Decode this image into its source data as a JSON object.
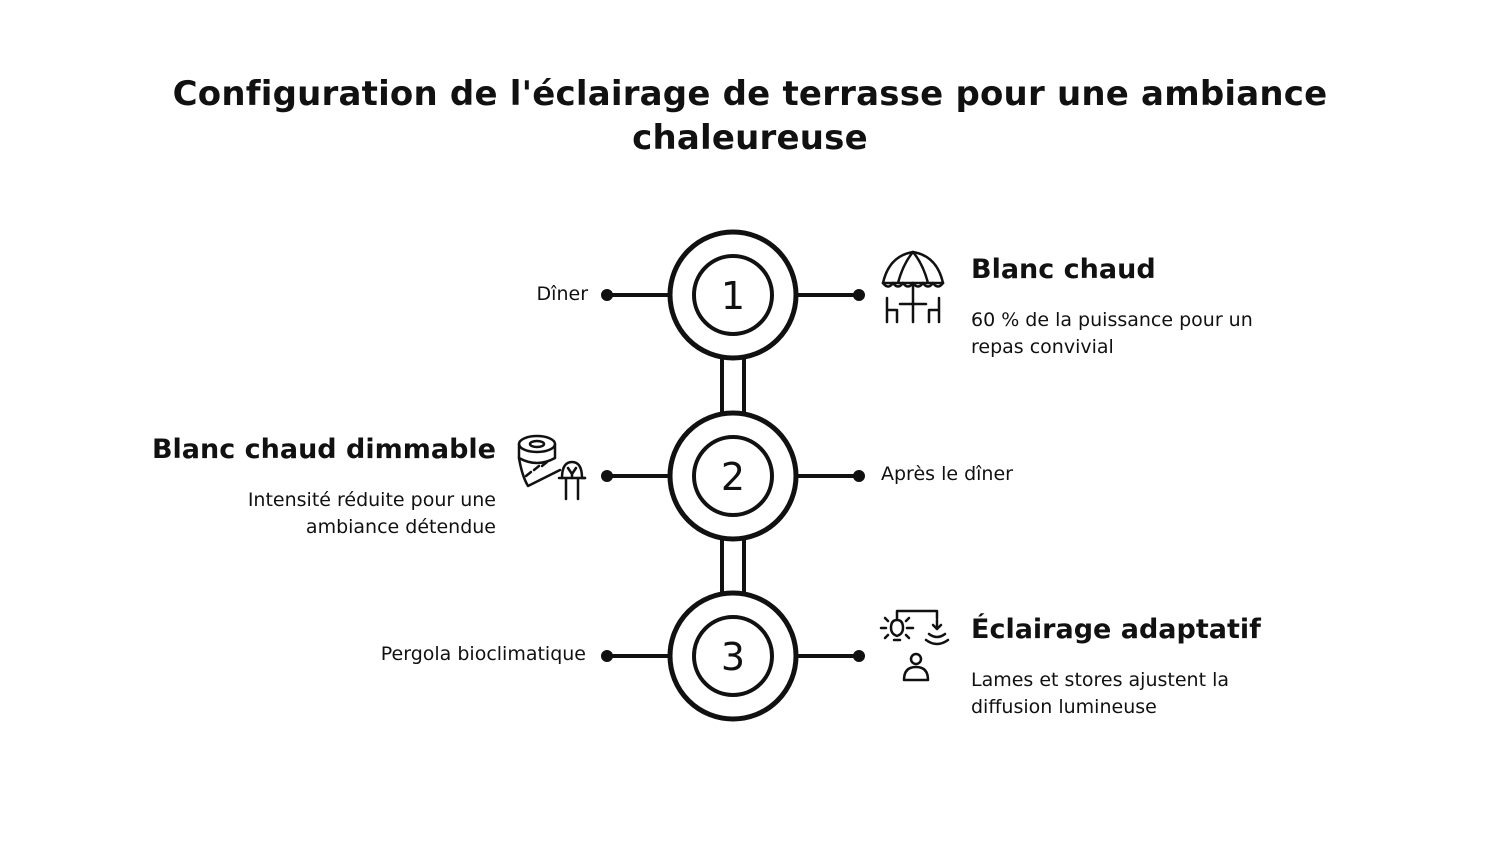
{
  "title": "Configuration de l'éclairage de terrasse pour une ambiance chaleureuse",
  "steps": [
    {
      "number": "1",
      "side_label": "Dîner",
      "heading": "Blanc chaud",
      "description": "60 % de la puissance pour un repas convivial",
      "icon": "patio-umbrella-table-icon"
    },
    {
      "number": "2",
      "side_label": "Après le dîner",
      "heading": "Blanc chaud dimmable",
      "description": "Intensité réduite pour une ambiance détendue",
      "icon": "led-strip-dimmer-icon"
    },
    {
      "number": "3",
      "side_label": "Pergola bioclimatique",
      "heading": "Éclairage adaptatif",
      "description": "Lames et stores ajustent la diffusion lumineuse",
      "icon": "adaptive-light-sensor-icon"
    }
  ],
  "colors": {
    "stroke": "#111111",
    "background": "#ffffff"
  }
}
